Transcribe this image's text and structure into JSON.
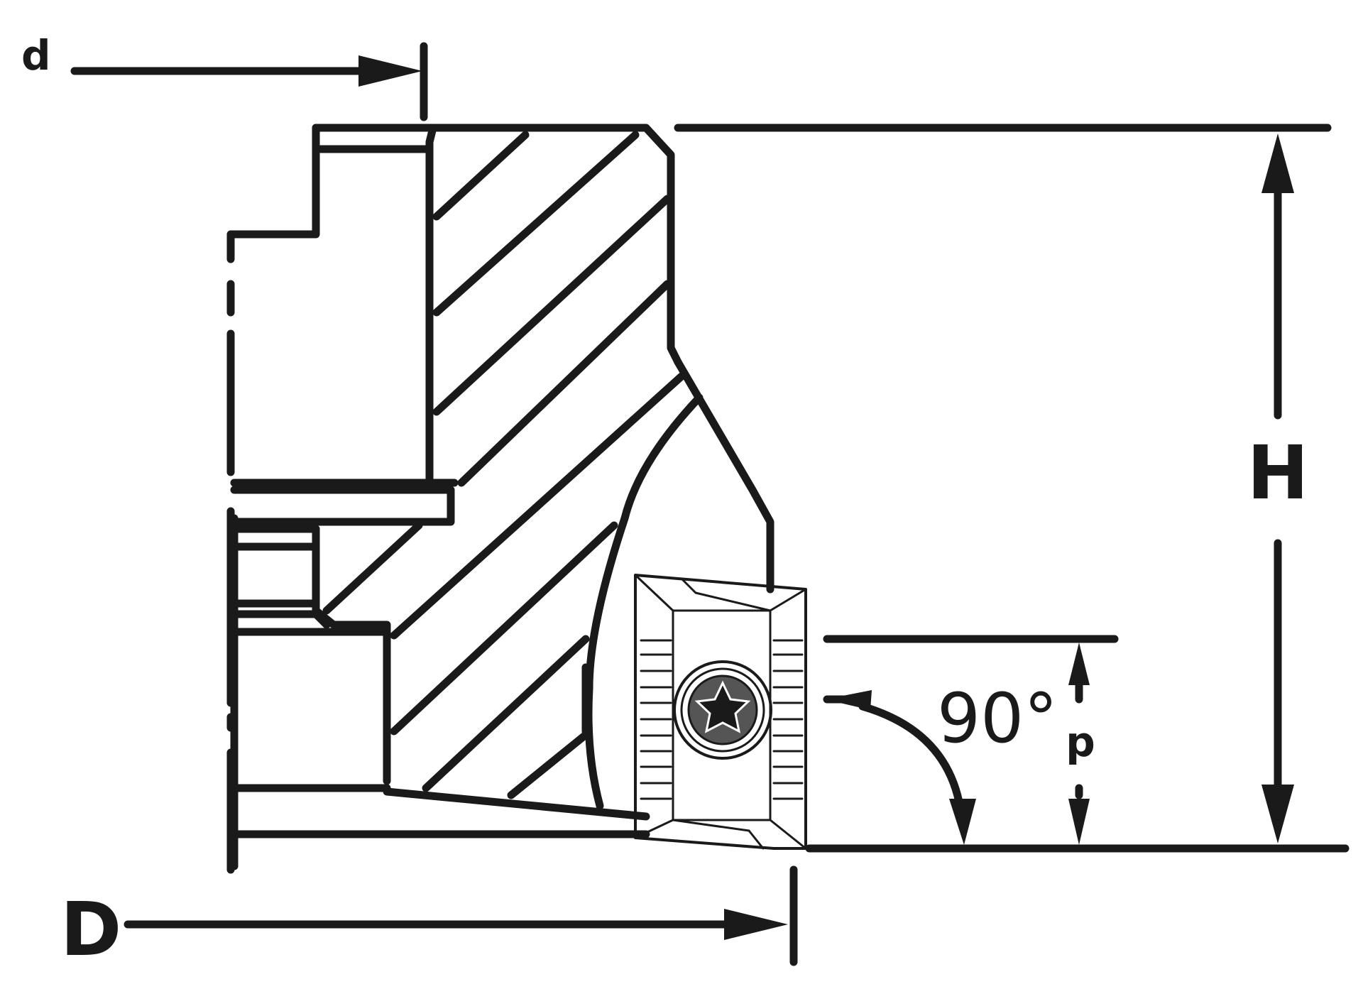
{
  "diagram": {
    "labels": {
      "d": "d",
      "D": "D",
      "H": "H",
      "p": "p",
      "angle": "90°"
    },
    "colors": {
      "ink": "#1a1a1a",
      "background": "#ffffff",
      "screw": "#555555"
    }
  }
}
